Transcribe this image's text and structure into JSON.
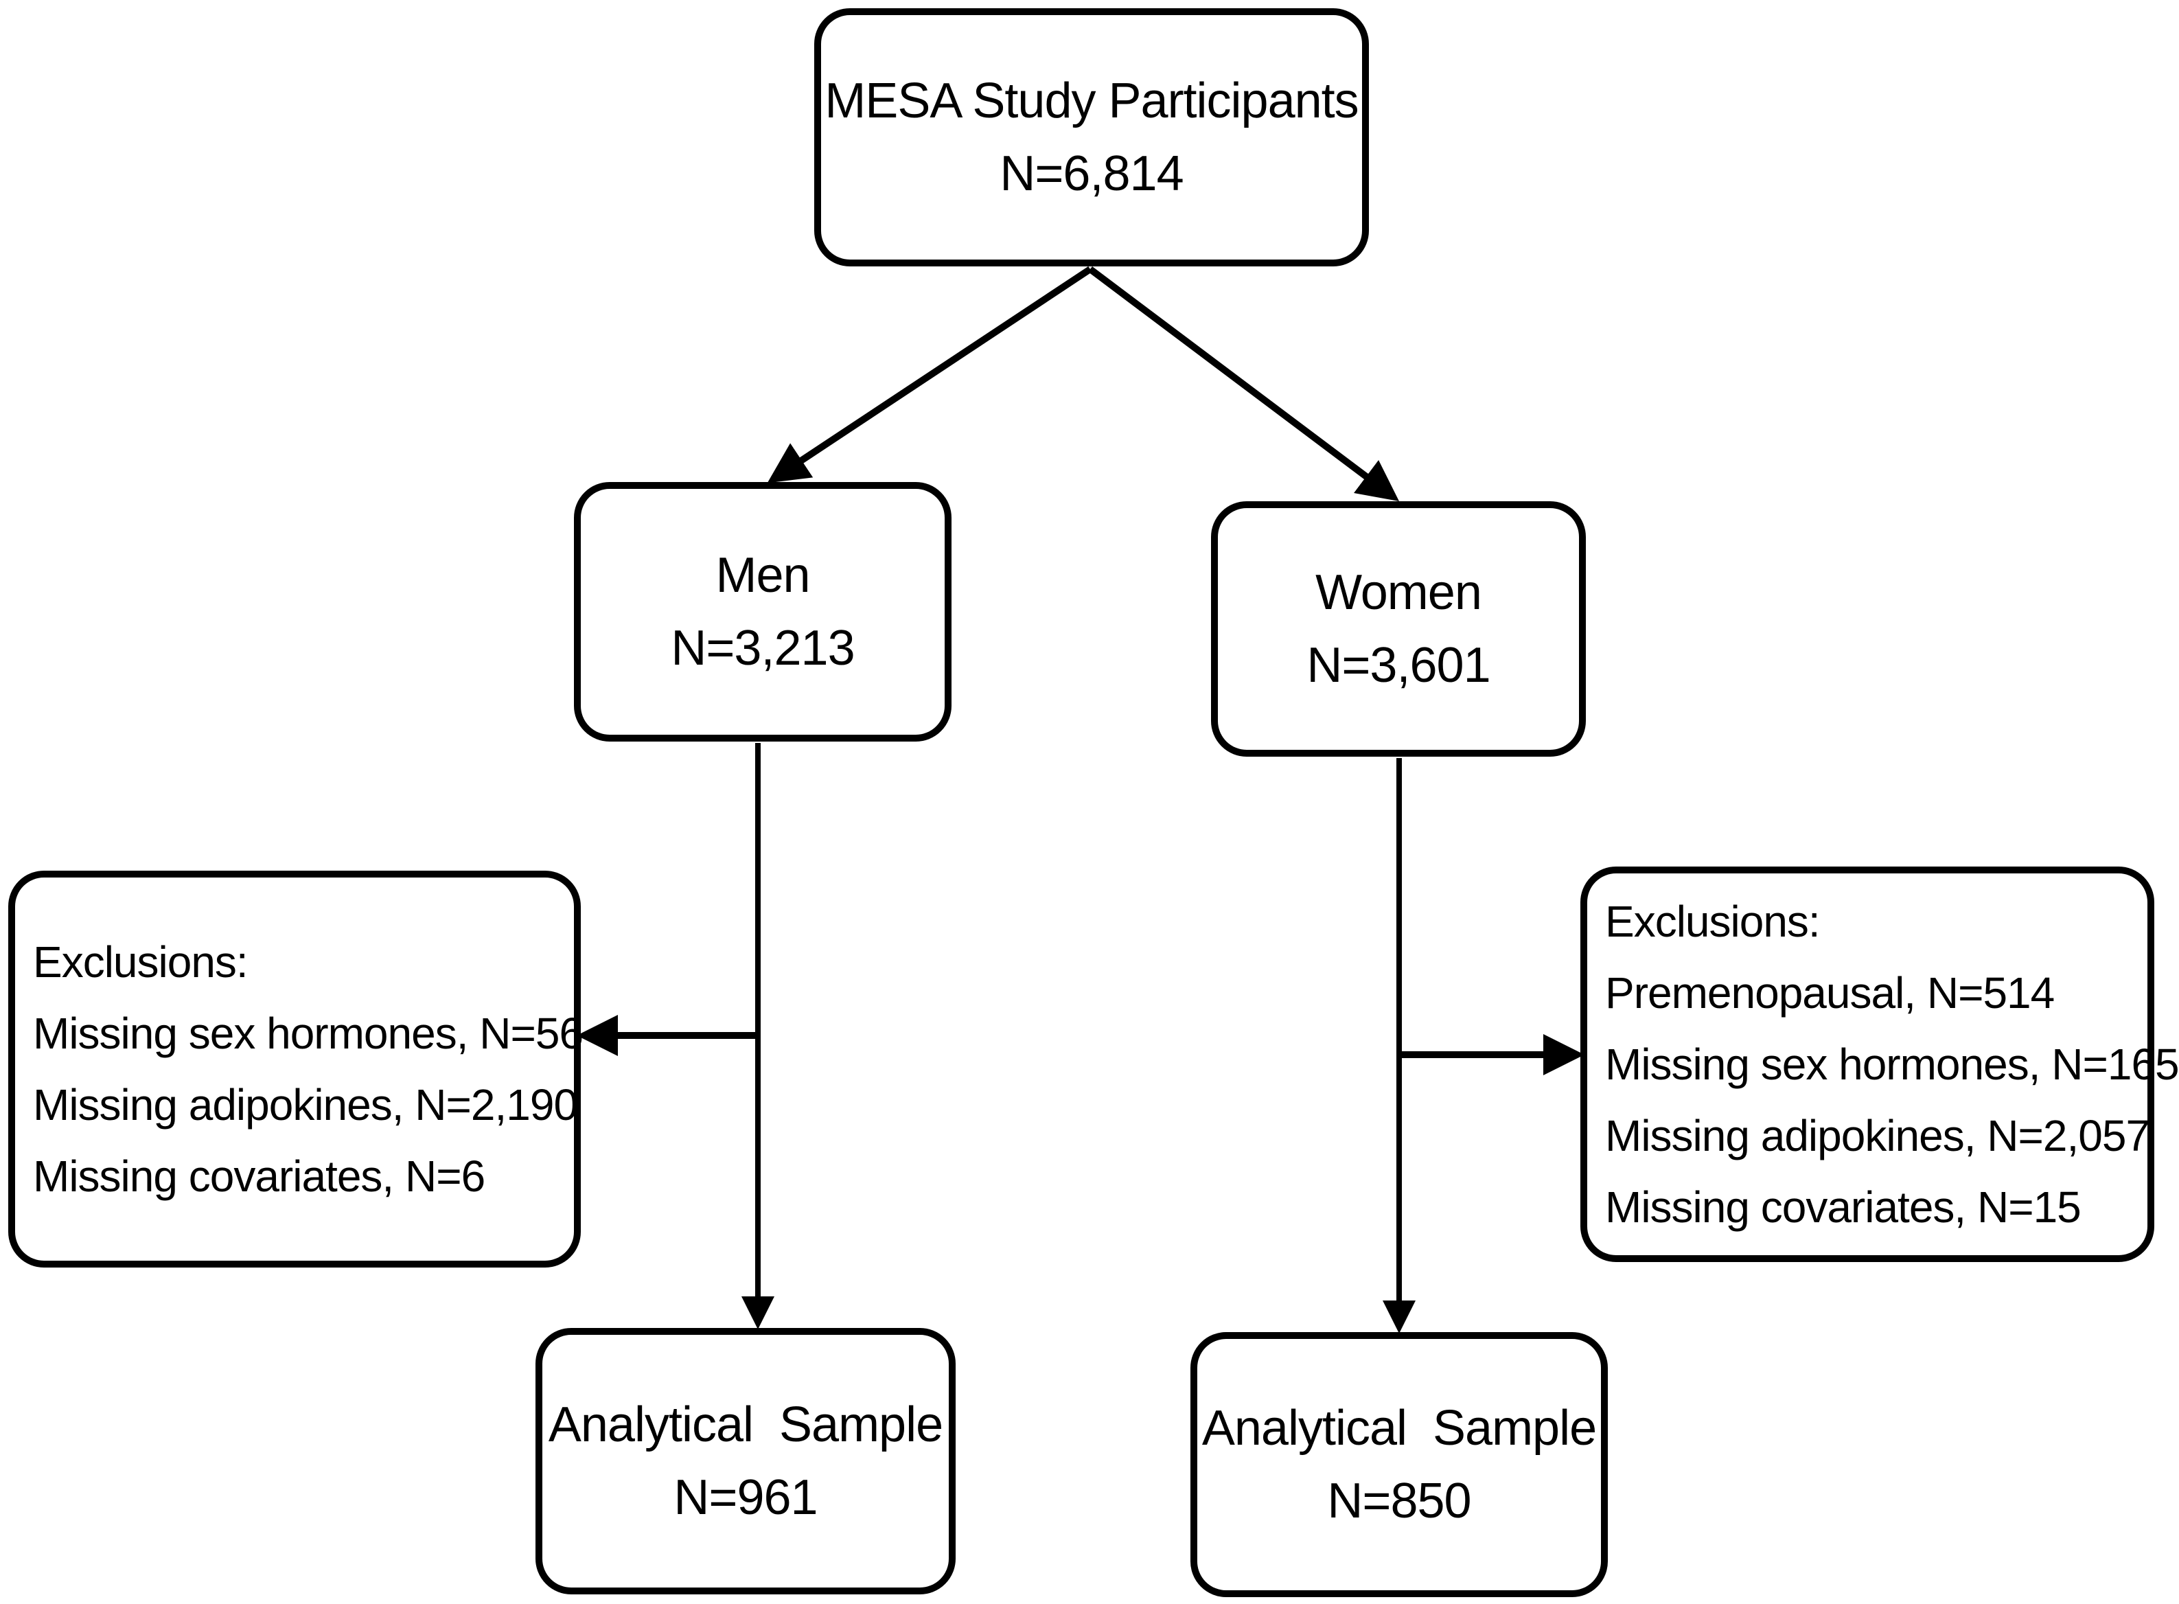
{
  "top": {
    "title": "MESA Study Participants",
    "count": "N=6,814"
  },
  "men": {
    "title": "Men",
    "count": "N=3,213",
    "exclusions": {
      "heading": "Exclusions:",
      "items": [
        "Missing sex hormones, N=56",
        "Missing adipokines, N=2,190",
        "Missing covariates, N=6"
      ]
    },
    "sample": {
      "title": "Analytical  Sample",
      "count": "N=961"
    }
  },
  "women": {
    "title": "Women",
    "count": "N=3,601",
    "exclusions": {
      "heading": "Exclusions:",
      "items": [
        "Premenopausal, N=514",
        "Missing sex hormones, N=165",
        "Missing adipokines, N=2,057",
        "Missing covariates, N=15"
      ]
    },
    "sample": {
      "title": "Analytical  Sample",
      "count": "N=850"
    }
  }
}
